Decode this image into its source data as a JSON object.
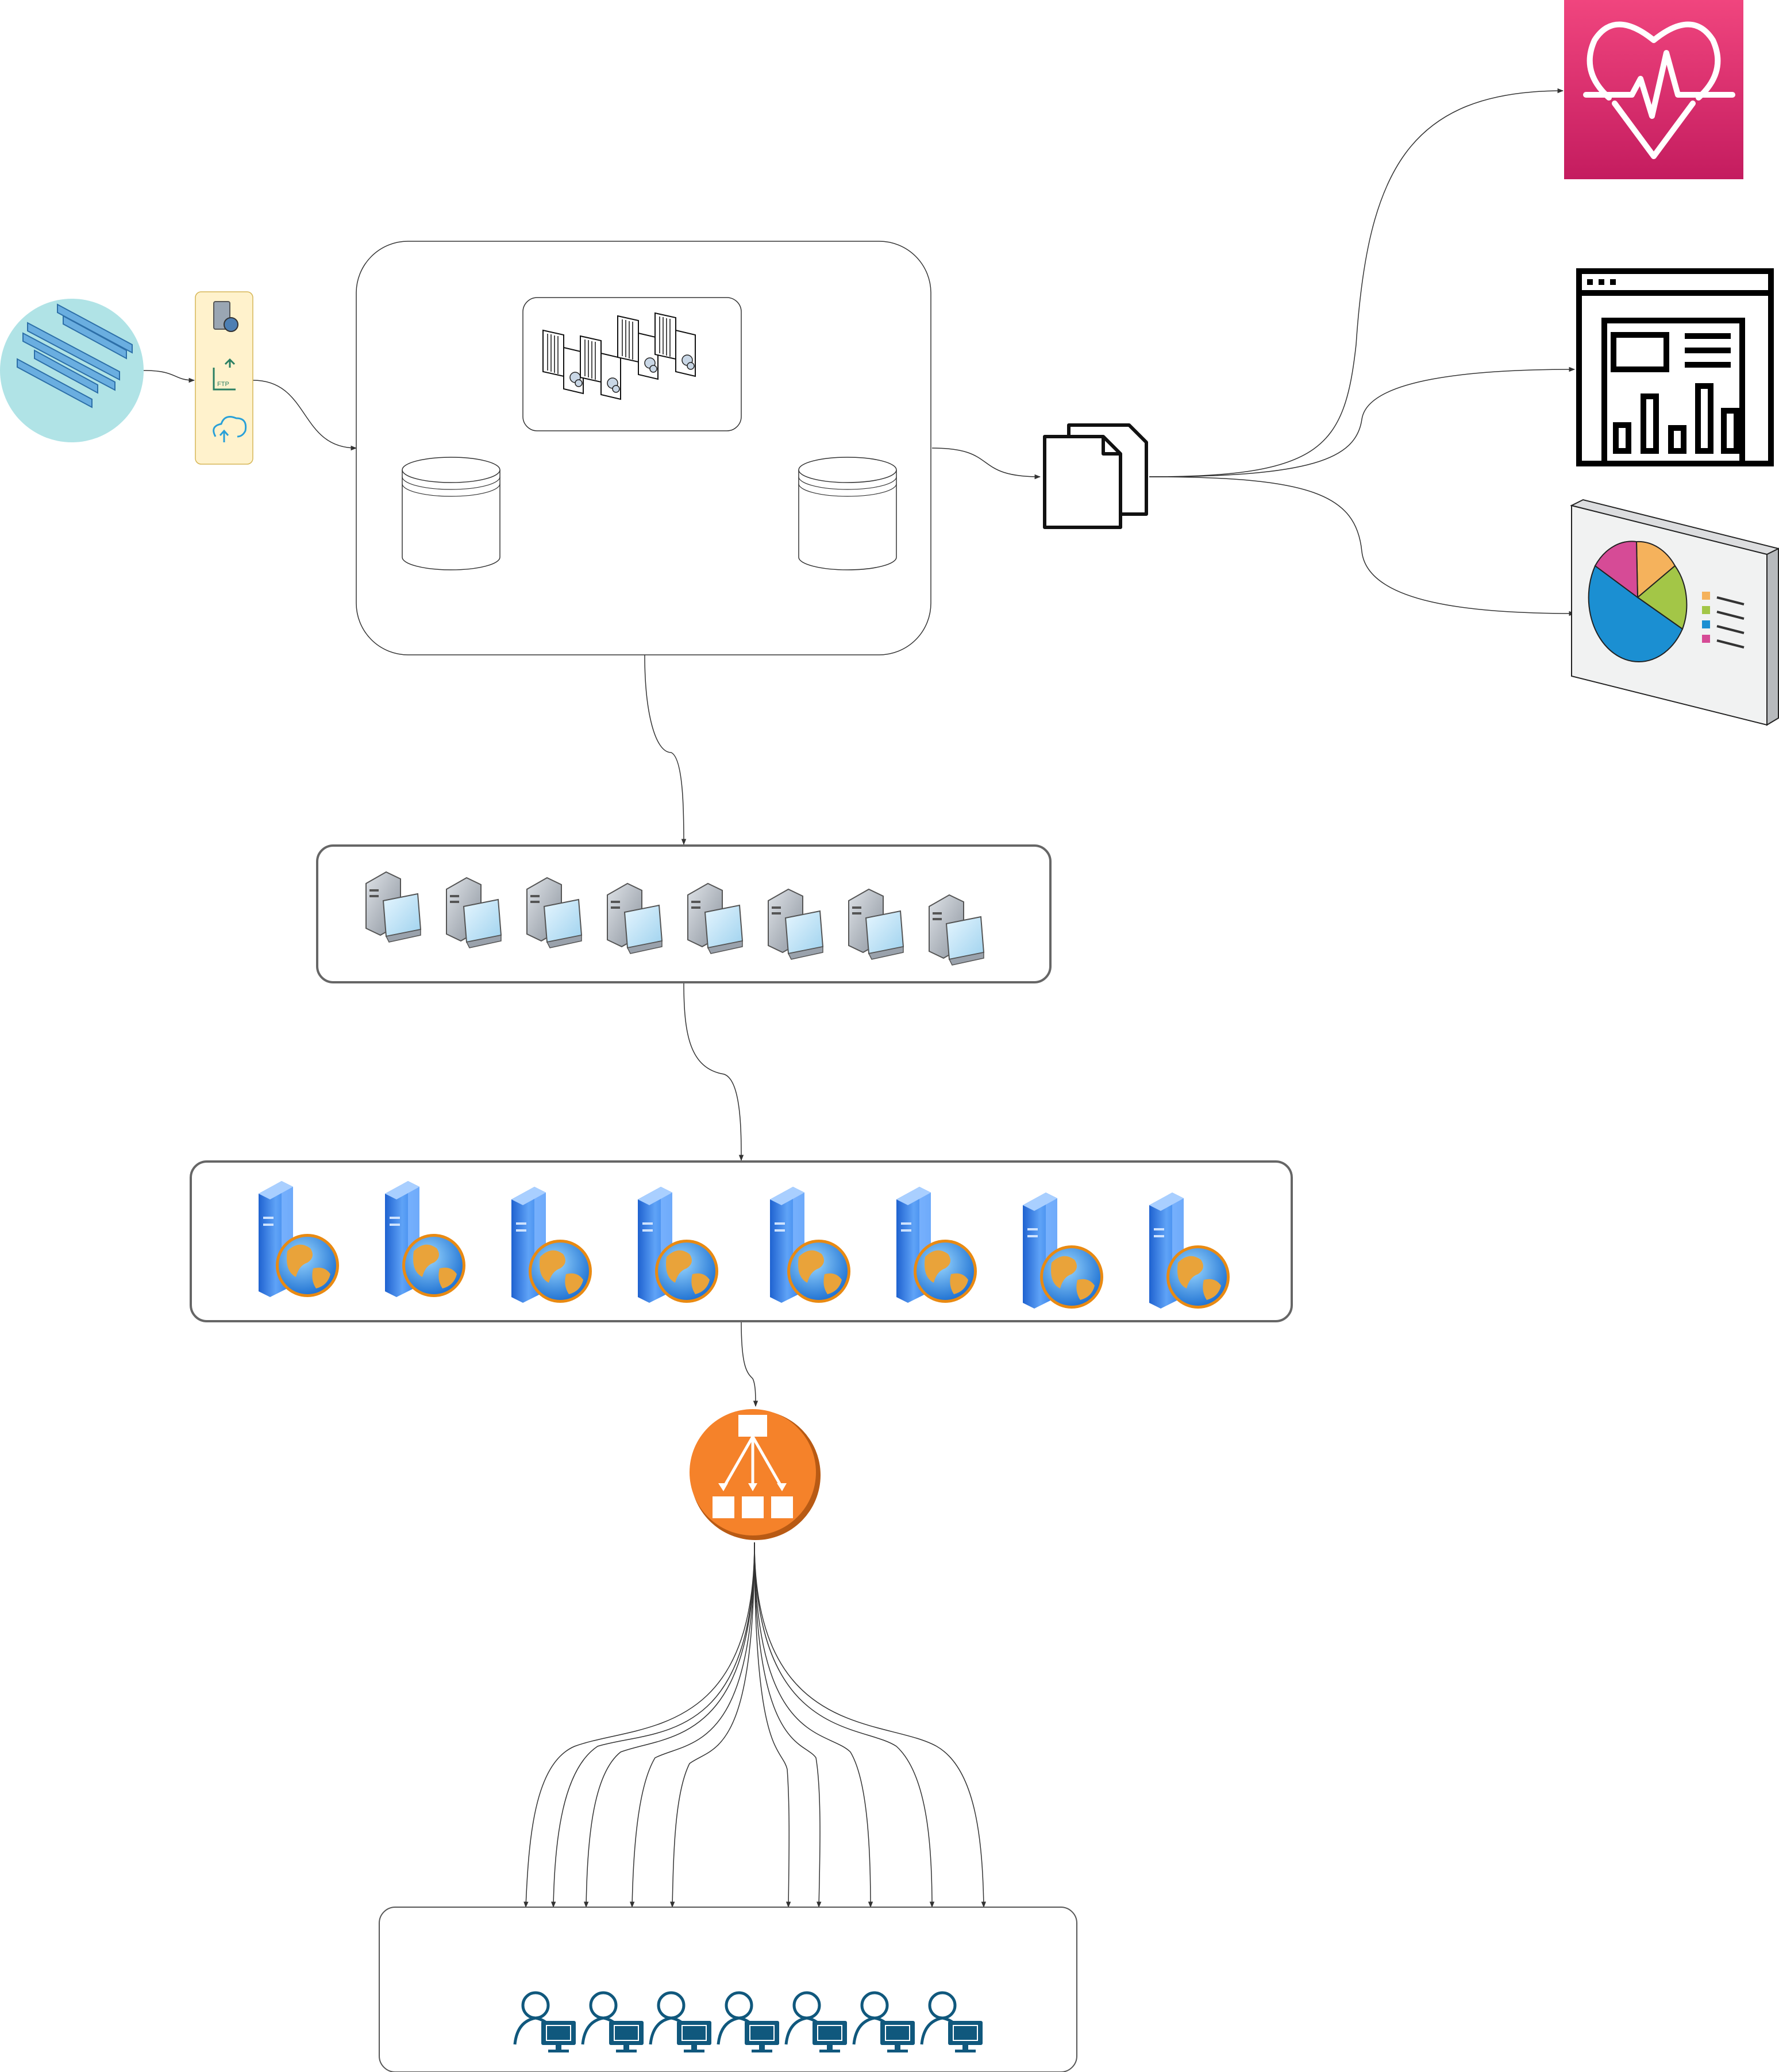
{
  "diagram": {
    "nodes": [
      {
        "id": "data-sources",
        "icon": "server-rack-cluster-icon"
      },
      {
        "id": "ingest-panel",
        "icons": [
          "database-server-icon",
          "ftp-upload-icon",
          "cloud-upload-icon"
        ]
      },
      {
        "id": "etl-group",
        "contains": [
          "source-database",
          "transform-jobs",
          "target-database"
        ]
      },
      {
        "id": "output-documents",
        "icon": "documents-icon"
      },
      {
        "id": "health-monitor",
        "icon": "heartbeat-icon",
        "color": "#d6246e"
      },
      {
        "id": "report-dashboard",
        "icon": "report-dashboard-icon"
      },
      {
        "id": "analytics-display",
        "icon": "pie-chart-display-icon"
      },
      {
        "id": "app-server-tier",
        "count": 8,
        "icon": "workstation-server-icon"
      },
      {
        "id": "web-server-tier",
        "count": 8,
        "icon": "web-server-icon"
      },
      {
        "id": "load-balancer",
        "icon": "load-balancer-icon",
        "color": "#f5822a"
      },
      {
        "id": "user-group",
        "count": 7,
        "icon": "user-computer-icon",
        "color": "#10587d"
      }
    ],
    "edges": [
      [
        "data-sources",
        "ingest-panel"
      ],
      [
        "ingest-panel",
        "etl-group"
      ],
      [
        "source-database",
        "transform-jobs"
      ],
      [
        "target-database",
        "transform-jobs"
      ],
      [
        "etl-group",
        "output-documents"
      ],
      [
        "output-documents",
        "health-monitor"
      ],
      [
        "output-documents",
        "report-dashboard"
      ],
      [
        "output-documents",
        "analytics-display"
      ],
      [
        "etl-group",
        "app-server-tier"
      ],
      [
        "app-server-tier",
        "web-server-tier"
      ],
      [
        "web-server-tier",
        "load-balancer"
      ],
      [
        "load-balancer",
        "user-group"
      ]
    ],
    "colors": {
      "line": "#333333",
      "group_border": "#666666",
      "accent_pink": "#d6246e",
      "accent_orange": "#f5822a",
      "user_blue": "#10587d",
      "server_blue": "#2b7de0"
    }
  }
}
